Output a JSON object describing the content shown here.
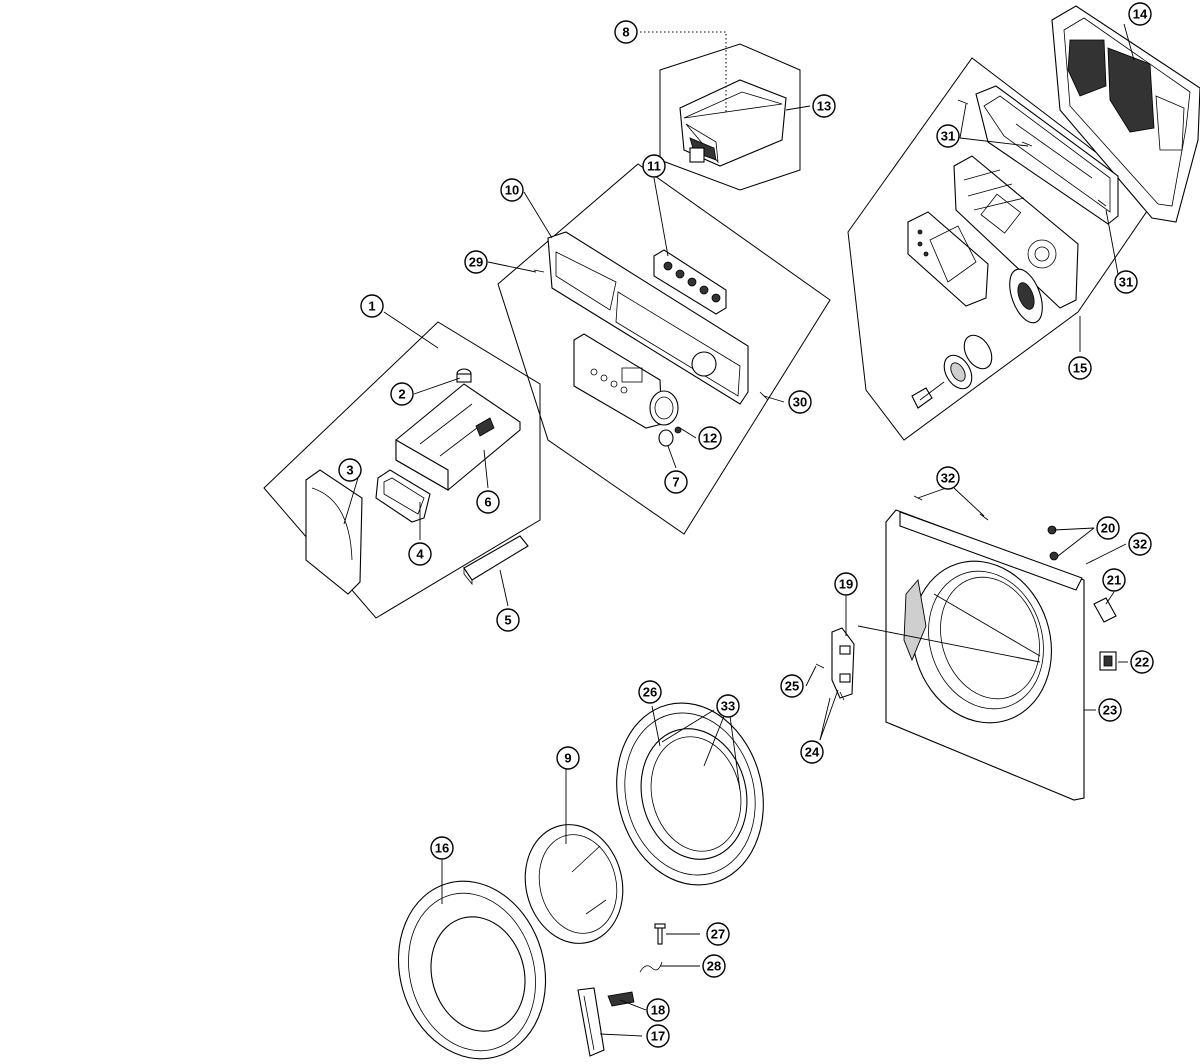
{
  "callouts": [
    "1",
    "2",
    "3",
    "4",
    "5",
    "6",
    "7",
    "8",
    "9",
    "10",
    "11",
    "12",
    "13",
    "14",
    "15",
    "16",
    "17",
    "18",
    "19",
    "20",
    "21",
    "22",
    "23",
    "24",
    "25",
    "26",
    "27",
    "28",
    "29",
    "30",
    "31",
    "31",
    "32",
    "32",
    "33"
  ]
}
